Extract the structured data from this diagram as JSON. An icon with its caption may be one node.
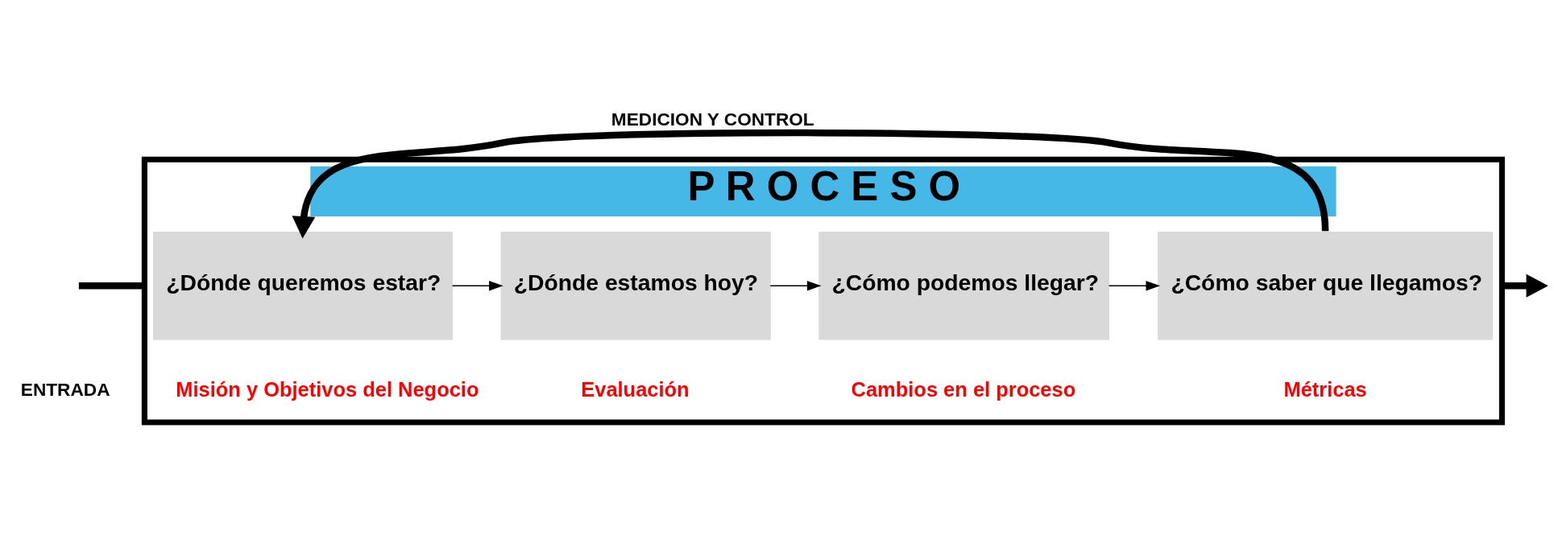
{
  "diagram": {
    "nodes": [
      {
        "text": [
          "P R O C E S O"
        ]
      },
      {
        "text": [
          "¿Dónde queremos estar?"
        ],
        "in": 0,
        "beside": [
          "Misión y Objetivos del Negocio"
        ]
      },
      {
        "text": [
          "¿Dónde estamos hoy?"
        ],
        "in": 0,
        "beside": [
          "Evaluación"
        ]
      },
      {
        "text": [
          "¿Cómo podemos llegar?"
        ],
        "in": 0,
        "beside": [
          "Cambios en el proceso"
        ]
      },
      {
        "text": [
          "¿Cómo saber que llegamos?"
        ],
        "in": 0,
        "beside": [
          "Métricas"
        ]
      }
    ],
    "edges": [
      {
        "from": 1,
        "to": 2,
        "arrow": "to"
      },
      {
        "from": 2,
        "to": 3,
        "arrow": "to"
      },
      {
        "from": 3,
        "to": 4,
        "arrow": "to"
      },
      {
        "from": null,
        "to": 0,
        "arrow": "none",
        "style": "thick"
      },
      {
        "from": 0,
        "to": null,
        "arrow": "to",
        "style": "thick"
      },
      {
        "from": 4,
        "to": 1,
        "arrow": "to",
        "label": "MEDICION Y CONTROL",
        "style": "thick"
      }
    ],
    "labels": [
      "ENTRADA"
    ]
  }
}
